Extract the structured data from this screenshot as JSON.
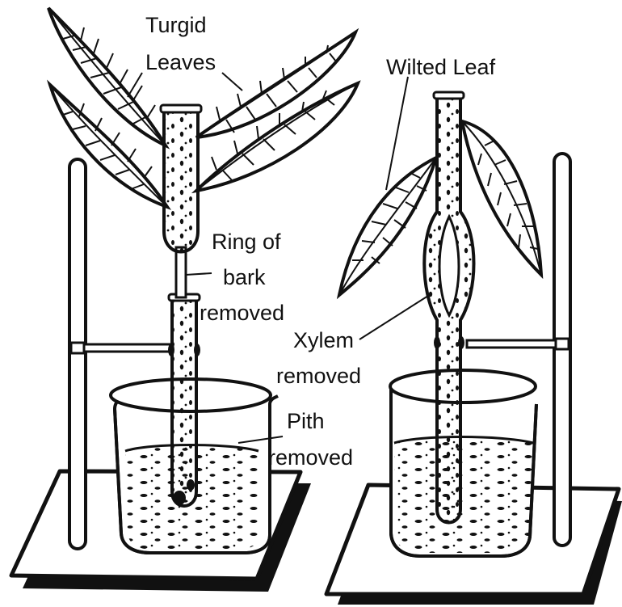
{
  "labels": {
    "turgid_leaves": [
      "Turgid",
      "Leaves"
    ],
    "ring_of_bark_removed": [
      "Ring of",
      "bark",
      "removed"
    ],
    "pith_removed": [
      "Pith",
      "removed"
    ],
    "wilted_leaf": "Wilted Leaf",
    "xylem_removed": [
      "Xylem",
      "removed"
    ]
  },
  "colors": {
    "ink": "#111111",
    "paper": "#ffffff"
  }
}
